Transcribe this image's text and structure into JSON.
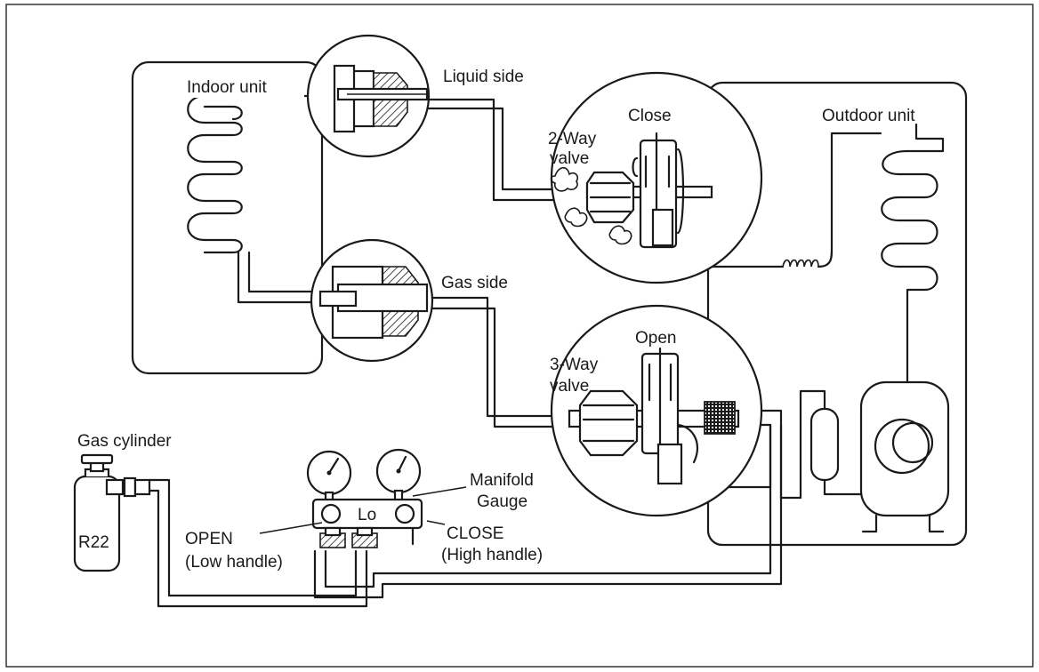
{
  "labels": {
    "indoor_unit": "Indoor unit",
    "outdoor_unit": "Outdoor unit",
    "liquid_side": "Liquid side",
    "gas_side": "Gas side",
    "two_way_line1": "2-Way",
    "two_way_line2": "valve",
    "two_way_state": "Close",
    "three_way_line1": "3-Way",
    "three_way_line2": "valve",
    "three_way_state": "Open",
    "gas_cylinder": "Gas cylinder",
    "refrigerant": "R22",
    "manifold_line1": "Manifold",
    "manifold_line2": "Gauge",
    "manifold_lo": "Lo",
    "open_line1": "OPEN",
    "open_line2": "(Low handle)",
    "close_line1": "CLOSE",
    "close_line2": "(High handle)"
  }
}
